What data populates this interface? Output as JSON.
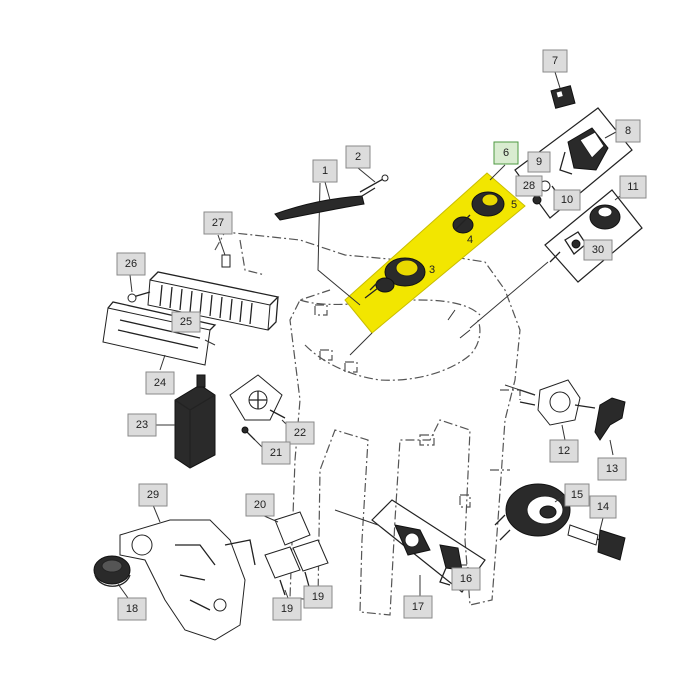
{
  "labels": {
    "l1": "1",
    "l2": "2",
    "l3": "3",
    "l4": "4",
    "l5": "5",
    "l6": "6",
    "l7": "7",
    "l8": "8",
    "l9": "9",
    "l10": "10",
    "l11": "11",
    "l12": "12",
    "l13": "13",
    "l14": "14",
    "l15": "15",
    "l16": "16",
    "l17": "17",
    "l18": "18",
    "l19a": "19",
    "l19b": "19",
    "l20": "20",
    "l21": "21",
    "l22": "22",
    "l23": "23",
    "l24": "24",
    "l25": "25",
    "l26": "26",
    "l27": "27",
    "l28": "28",
    "l29": "29",
    "l30": "30"
  },
  "colors": {
    "highlight": "#f2e600",
    "label_fill": "#dcdcdc",
    "label_highlight": "#d9ecd0",
    "ink": "#222222"
  }
}
